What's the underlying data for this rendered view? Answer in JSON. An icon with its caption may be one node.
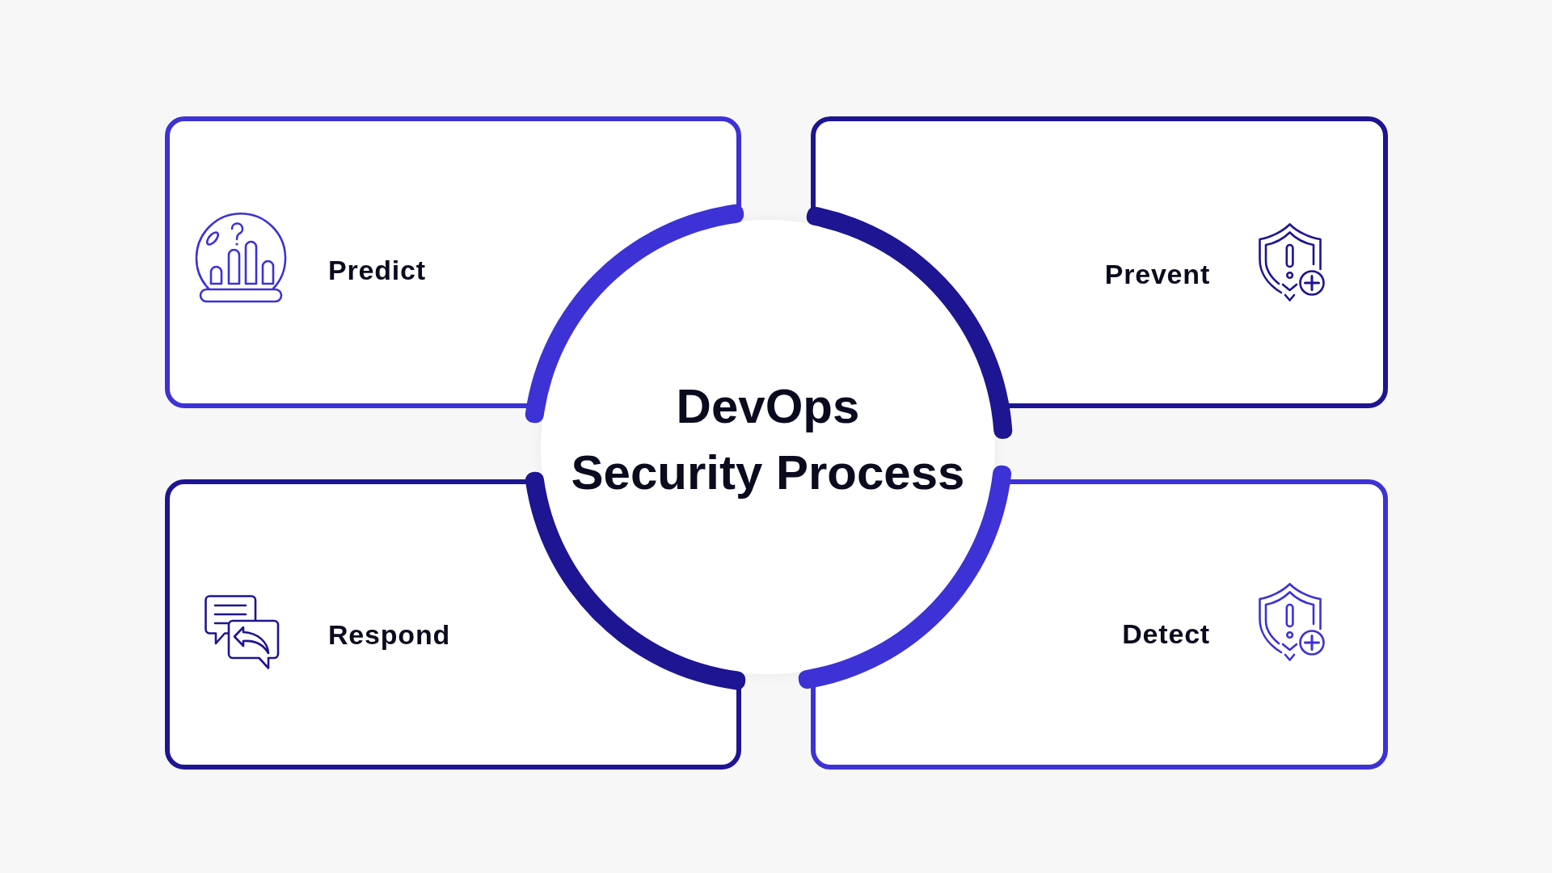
{
  "diagram": {
    "nodes": [
      {
        "text": [
          "Predict"
        ]
      },
      {
        "text": [
          "Prevent"
        ]
      },
      {
        "text": [
          "DevOps Security Process"
        ]
      },
      {
        "text": [
          "Respond"
        ]
      },
      {
        "text": [
          "Detect"
        ]
      }
    ]
  }
}
